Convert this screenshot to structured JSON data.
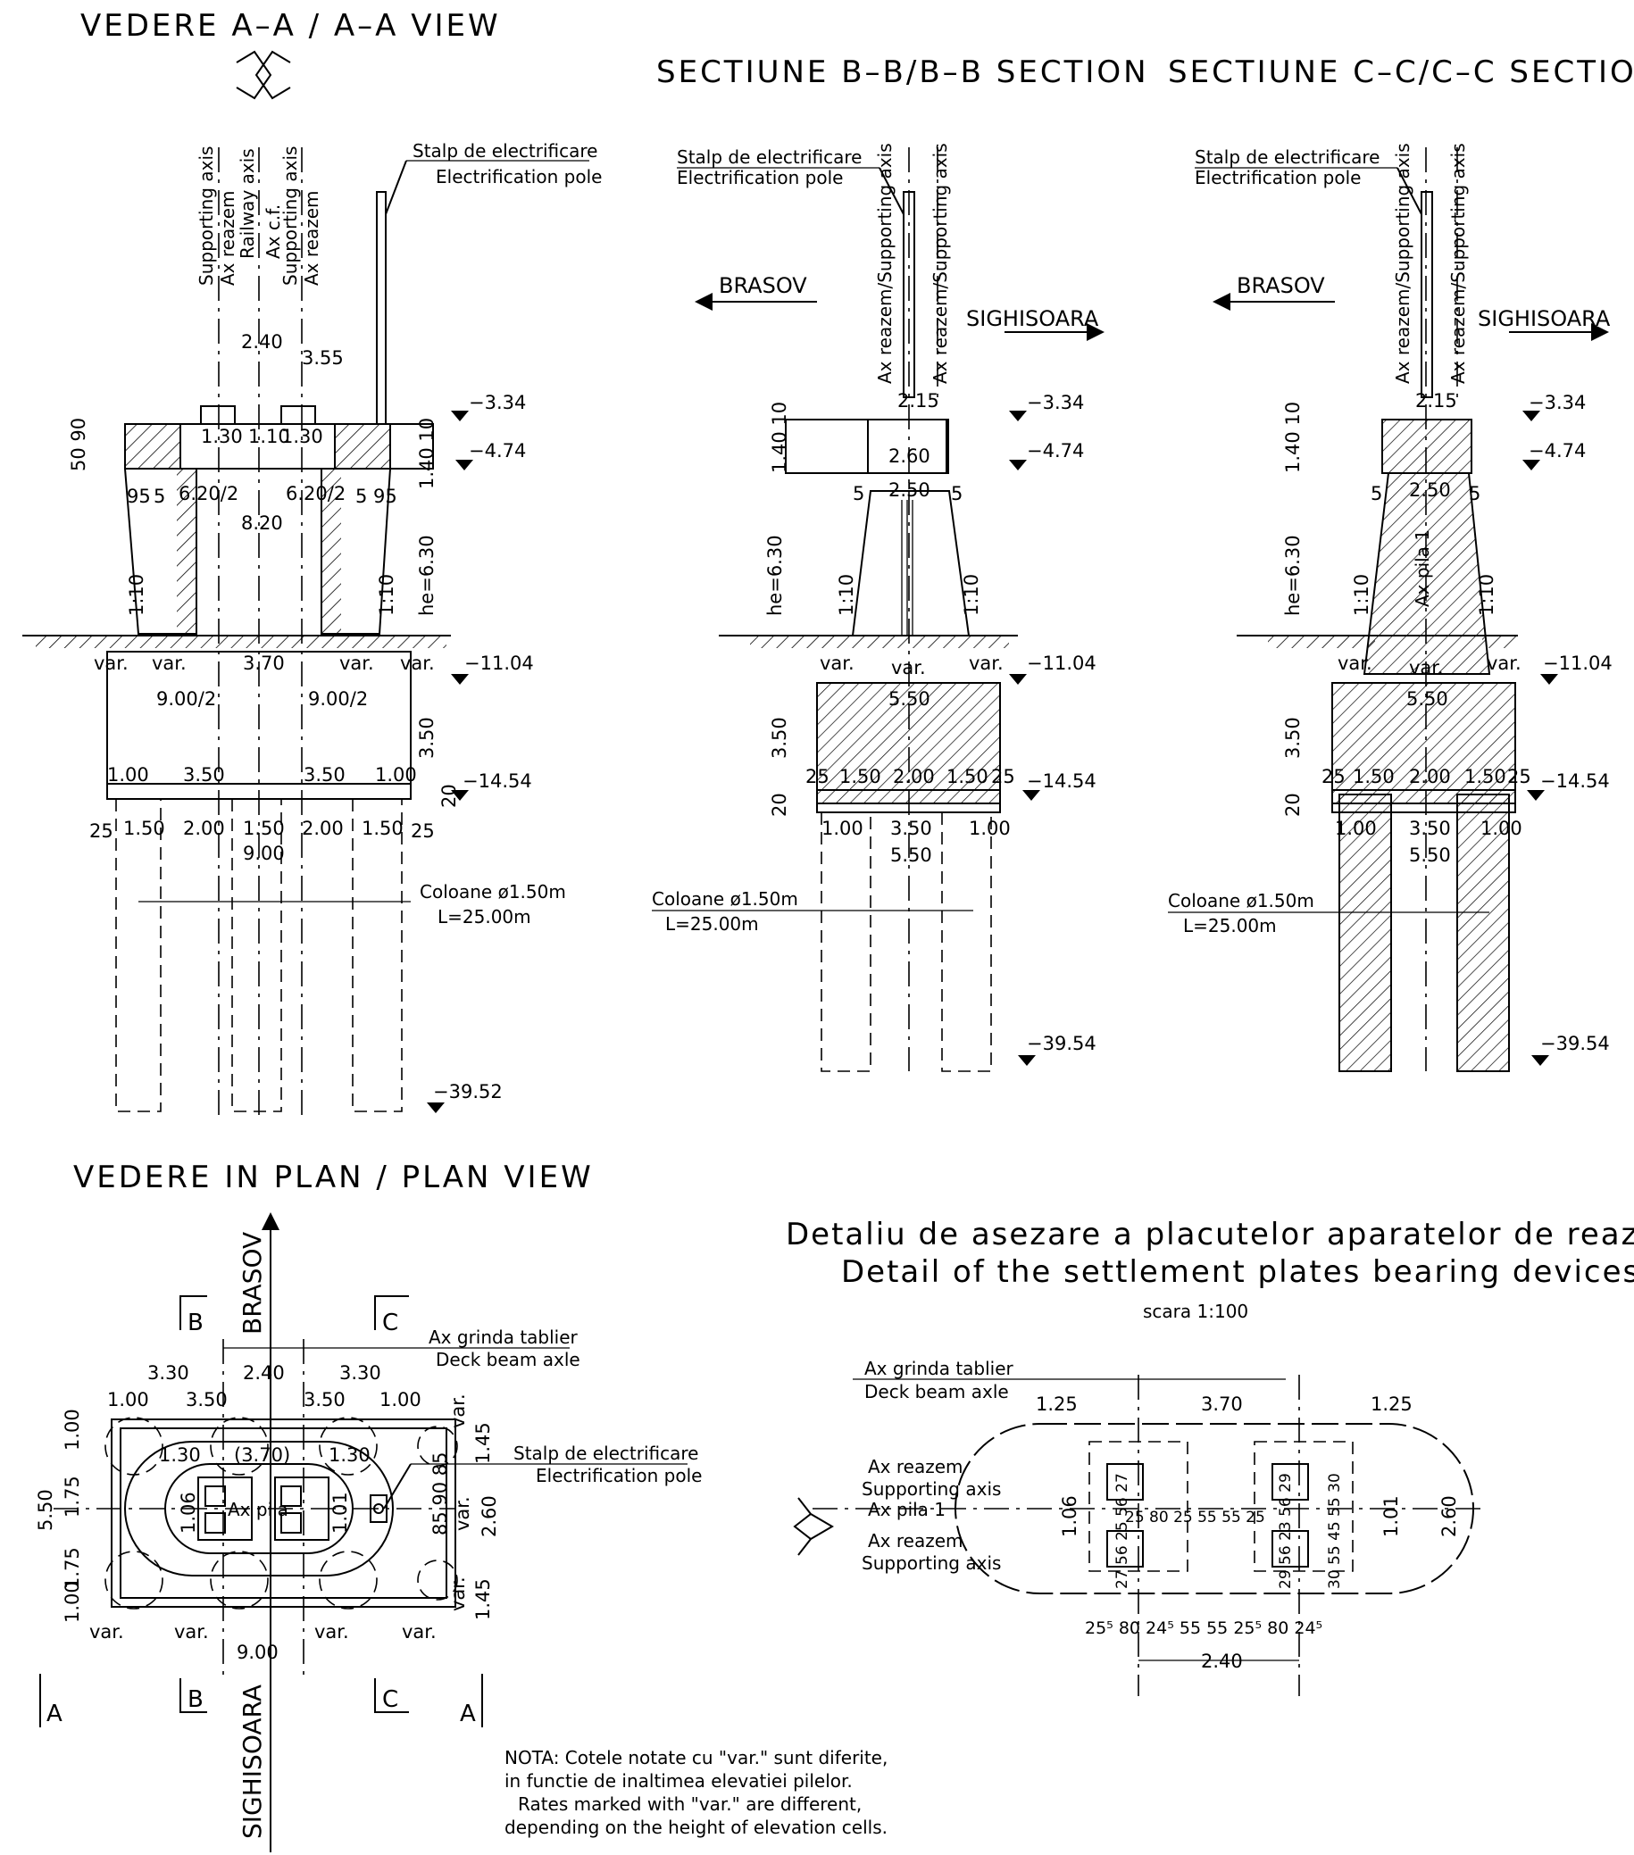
{
  "titles": {
    "view_aa": "VEDERE A–A / A–A VIEW",
    "section_bb": "SECTIUNE B–B/B–B SECTION",
    "section_cc": "SECTIUNE C–C/C–C SECTION",
    "plan_view": "VEDERE IN PLAN / PLAN VIEW",
    "detail_ro": "Detaliu de asezare a placutelor aparatelor de reazem",
    "detail_en": "Detail of the settlement plates bearing devices",
    "detail_scale": "scara 1:100"
  },
  "labels": {
    "pole_ro": "Stalp de electrificare",
    "pole_en": "Electrification pole",
    "brasov": "BRASOV",
    "sighisoara": "SIGHISOARA",
    "supporting_axis": "Supporting axis",
    "ax_reazem": "Ax reazem",
    "railway_axis": "Railway axis",
    "ax_cf": "Ax c.f.",
    "ax_reazem_supporting": "Ax reazem/Supporting axis",
    "ax_pila_1": "Ax pila 1",
    "ax_pila": "Ax pila",
    "columns_line1": "Coloane ø1.50m",
    "columns_line2": "L=25.00m",
    "deck_axis_ro": "Ax grinda tablier",
    "deck_axis_en": "Deck beam axle",
    "ax_reazem_short": "Ax reazem",
    "supporting_axis_short": "Supporting axis",
    "section_b": "B",
    "section_c": "C",
    "section_a": "A"
  },
  "levels": {
    "top": "−3.34",
    "cap": "−4.74",
    "ground": "−11.04",
    "footing": "−14.54",
    "pile_tip_a": "−39.52",
    "pile_tip_bc": "−39.54"
  },
  "dims_aa": {
    "d240": "2.40",
    "d355": "3.55",
    "d130a": "1.30",
    "d110": "1.10",
    "d130b": "1.30",
    "d5090": "50 90",
    "d1410": "1.40 10",
    "d95a": "95",
    "d5a": "5",
    "d620a": "6.20/2",
    "d620b": "6.20/2",
    "d5b": "5",
    "d95b": "95",
    "d820": "8.20",
    "slope": "1:10",
    "he": "he=6.30",
    "var": "var.",
    "d370": "3.70",
    "d900a": "9.00/2",
    "d900b": "9.00/2",
    "d350v": "3.50",
    "d20": "20",
    "d100": "1.00",
    "d350": "3.50",
    "d25": "25",
    "d150": "1.50",
    "d200": "2.00",
    "d900": "9.00"
  },
  "dims_bc": {
    "d215": "2.15",
    "d260": "2.60",
    "d250": "2.50",
    "d5": "5",
    "d1410": "1.40 10",
    "he": "he=6.30",
    "slope": "1:10",
    "var": "var.",
    "d550": "5.50",
    "d350v": "3.50",
    "d20": "20",
    "d25": "25",
    "d150": "1.50",
    "d200": "2.00",
    "d100": "1.00",
    "d350": "3.50"
  },
  "dims_plan": {
    "d330": "3.30",
    "d240": "2.40",
    "d100": "1.00",
    "d350": "3.50",
    "d130": "1.30",
    "d370p": "(3.70)",
    "d106": "1.06",
    "d101": "1.01",
    "d550": "5.50",
    "d175": "1.75",
    "d145": "1.45",
    "d260": "2.60",
    "d859085": "85 90 85",
    "var": "var.",
    "d900": "9.00"
  },
  "dims_detail": {
    "d125": "1.25",
    "d370": "3.70",
    "d106": "1.06",
    "d101": "1.01",
    "d260": "2.60",
    "d240": "2.40",
    "row": "25⁵  80 24⁵ 55  55 25⁵  80  24⁵",
    "inner_left": "27 56 25 56 27",
    "inner_mid": "25 80 25 55  55 25",
    "inner_right": "29 56 23 56 29",
    "inner_far": "30 55 45 55 30"
  },
  "note": {
    "ro1": "NOTA: Cotele notate cu \"var.\" sunt diferite,",
    "ro2": "in functie de inaltimea elevatiei pilelor.",
    "en1": "Rates marked with \"var.\" are different,",
    "en2": "depending on the height of elevation cells."
  }
}
